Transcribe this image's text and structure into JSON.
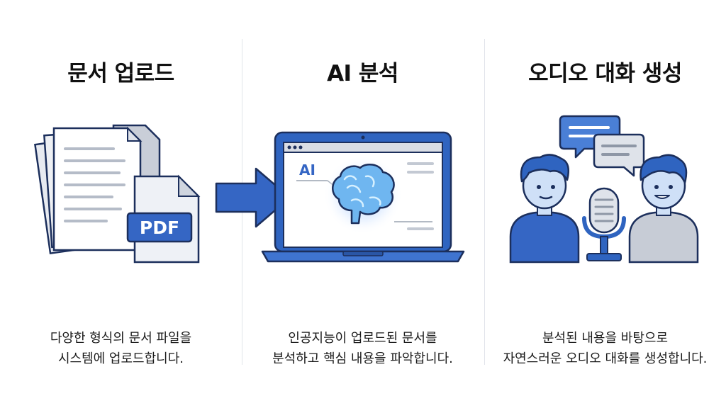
{
  "steps": [
    {
      "title": "문서 업로드",
      "desc_line1": "다양한 형식의 문서 파일을",
      "desc_line2": "시스템에 업로드합니다.",
      "badge": "PDF",
      "icon": "pdf-documents-icon"
    },
    {
      "title": "AI 분석",
      "desc_line1": "인공지능이 업로드된 문서를",
      "desc_line2": "분석하고 핵심 내용을 파악합니다.",
      "badge": "AI",
      "icon": "laptop-brain-icon"
    },
    {
      "title": "오디오 대화 생성",
      "desc_line1": "분석된 내용을 바탕으로",
      "desc_line2": "자연스러운 오디오 대화를 생성합니다.",
      "icon": "people-microphone-icon"
    }
  ],
  "colors": {
    "blue": "#2f64c0",
    "blue_light": "#4a7fd6",
    "gray": "#d7dbe2",
    "outline": "#1c2f5c"
  }
}
